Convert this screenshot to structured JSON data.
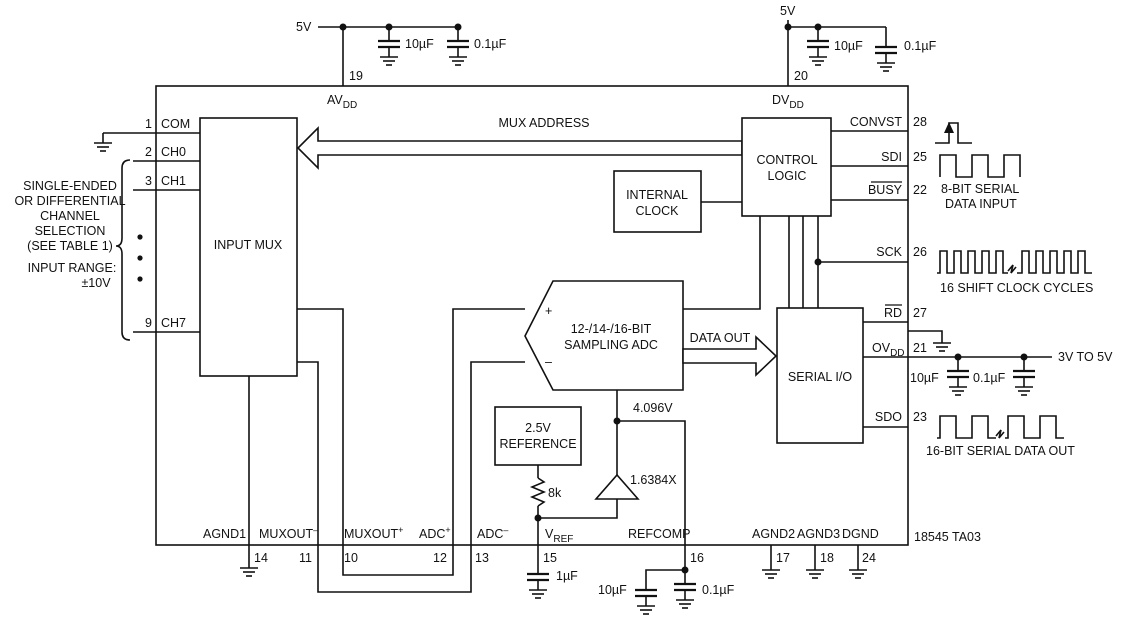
{
  "supplies": {
    "top_left": "5V",
    "top_right": "5V",
    "ov": "3V TO 5V"
  },
  "caps": {
    "c10u": "10µF",
    "c01u": "0.1µF",
    "c1u": "1µF"
  },
  "pins_top": [
    {
      "num": "19",
      "label": "AV",
      "sub": "DD"
    },
    {
      "num": "20",
      "label": "DV",
      "sub": "DD"
    }
  ],
  "pins_left": [
    {
      "num": "1",
      "label": "COM"
    },
    {
      "num": "2",
      "label": "CH0"
    },
    {
      "num": "3",
      "label": "CH1"
    },
    {
      "num": "9",
      "label": "CH7"
    }
  ],
  "pins_right": [
    {
      "num": "28",
      "label": "CONVST"
    },
    {
      "num": "25",
      "label": "SDI"
    },
    {
      "num": "22",
      "label": "BUSY"
    },
    {
      "num": "26",
      "label": "SCK"
    },
    {
      "num": "27",
      "label": "RD"
    },
    {
      "num": "21",
      "label": "OV",
      "sub": "DD"
    },
    {
      "num": "23",
      "label": "SDO"
    }
  ],
  "pins_bottom": [
    {
      "num": "14",
      "label": "AGND1"
    },
    {
      "num": "11",
      "label": "MUXOUT",
      "sup": "–"
    },
    {
      "num": "10",
      "label": "MUXOUT",
      "sup": "+"
    },
    {
      "num": "12",
      "label": "ADC",
      "sup": "+"
    },
    {
      "num": "13",
      "label": "ADC",
      "sup": "–"
    },
    {
      "num": "15",
      "label": "V",
      "sub": "REF"
    },
    {
      "num": "16",
      "label": "REFCOMP"
    },
    {
      "num": "17",
      "label": "AGND2"
    },
    {
      "num": "18",
      "label": "AGND3"
    },
    {
      "num": "24",
      "label": "DGND"
    }
  ],
  "blocks": {
    "input_mux": "INPUT MUX",
    "control_logic": [
      "CONTROL",
      "LOGIC"
    ],
    "internal_clock": [
      "INTERNAL",
      "CLOCK"
    ],
    "adc": [
      "12-/14-/16-BIT",
      "SAMPLING ADC"
    ],
    "serial_io": "SERIAL I/O",
    "reference": [
      "2.5V",
      "REFERENCE"
    ]
  },
  "signals": {
    "mux_address": "MUX ADDRESS",
    "data_out": "DATA OUT",
    "ref_voltage": "4.096V",
    "gain": "1.6384X",
    "resistor": "8k",
    "plus": "+",
    "minus": "–"
  },
  "notes": {
    "channel_selection": [
      "SINGLE-ENDED",
      "OR DIFFERENTIAL",
      "CHANNEL",
      "SELECTION",
      "(SEE TABLE 1)"
    ],
    "input_range": [
      "INPUT RANGE:",
      "±10V"
    ],
    "sdi_data": [
      "8-BIT SERIAL",
      "DATA INPUT"
    ],
    "sck_cycles": "16 SHIFT CLOCK CYCLES",
    "sdo_data": "16-BIT SERIAL DATA OUT",
    "figure_id": "18545 TA03"
  }
}
